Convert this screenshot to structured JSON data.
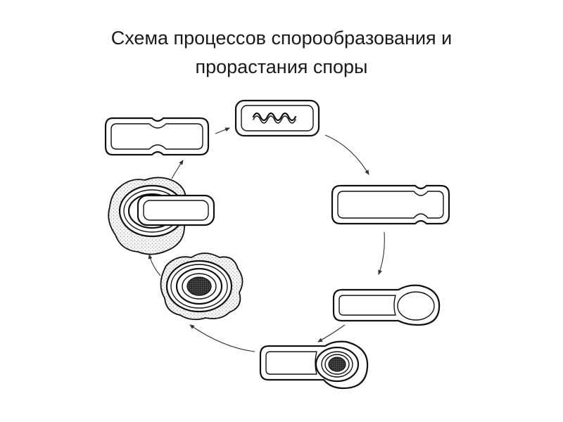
{
  "title": {
    "line1": "Схема процессов спорообразования и",
    "line2": "прорастания споры"
  },
  "stages": [
    {
      "id": "dividing-cell-left"
    },
    {
      "id": "cell-with-nucleoid"
    },
    {
      "id": "dividing-cell-right"
    },
    {
      "id": "forespore-cell"
    },
    {
      "id": "cell-with-spore"
    },
    {
      "id": "free-spore"
    },
    {
      "id": "germinating-spore"
    }
  ]
}
